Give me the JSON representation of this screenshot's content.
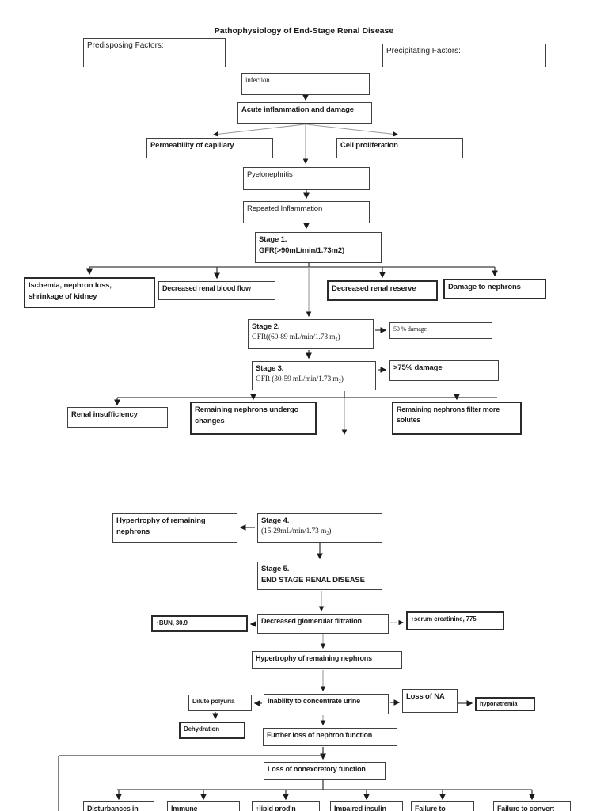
{
  "title": "Pathophysiology of End-Stage Renal Disease",
  "nodes": {
    "predisposing_factors": "Predisposing Factors:",
    "precipitating_factors": "Precipitating Factors:",
    "infection": "infection",
    "acute_inflammation": "Acute inflammation and damage",
    "permeability": "Permeability of capillary",
    "cell_proliferation": "Cell proliferation",
    "pyelonephritis": "Pyelonephritis",
    "repeated_inflammation": "Repeated Inflammation",
    "stage1": {
      "line1": "Stage 1.",
      "line2": "GFR(>90mL/min/1.73m2)"
    },
    "ischemia": {
      "line1": "Ischemia, nephron loss,",
      "line2": "shrinkage of kidney"
    },
    "decreased_renal_blood_flow": "Decreased renal blood flow",
    "decreased_renal_reserve": "Decreased renal reserve",
    "damage_to_nephrons": "Damage to nephrons",
    "stage2": {
      "line1": "Stage 2.",
      "line2": "GFR((60-89 mL/min/1.73 m₂)"
    },
    "damage_50": "50 % damage",
    "stage3": {
      "line1": "Stage 3.",
      "line2": "GFR (30-59 mL/min/1.73 m₂)"
    },
    "damage_75": ">75% damage",
    "renal_insufficiency": "Renal insufficiency",
    "nephrons_undergo_changes": {
      "line1": "Remaining nephrons undergo",
      "line2": "changes"
    },
    "nephrons_filter_more": {
      "line1": "Remaining nephrons filter more",
      "line2": "solutes"
    },
    "hypertrophy_remaining_a": {
      "line1": "Hypertrophy of remaining",
      "line2": "nephrons"
    },
    "stage4": {
      "line1": "Stage 4.",
      "line2": "(15-29mL/min/1.73 m₂)"
    },
    "stage5": {
      "line1": "Stage 5.",
      "line2": "END STAGE RENAL DISEASE"
    },
    "bun": "↑BUN, 30.9",
    "decreased_glomerular_filtration": "Decreased glomerular filtration",
    "serum_creatinine": "↑serum creatinine, 775",
    "hypertrophy_remaining_b": "Hypertrophy of remaining nephrons",
    "dilute_polyuria": "Dilute polyuria",
    "inability_concentrate_urine": "Inability to concentrate urine",
    "loss_of_na": "Loss of NA",
    "hyponatremia": "hyponatremia",
    "dehydration": "Dehydration",
    "further_loss_nephron": "Further loss of nephron function",
    "loss_nonexcretory": "Loss of nonexcretory function",
    "disturbances_in": "Disturbances in",
    "immune": "Immune",
    "lipid_prod": "↑lipid prod'n",
    "impaired_insulin": "Impaired insulin",
    "failure_to": "Failure to",
    "failure_to_convert": "Failure to convert"
  }
}
